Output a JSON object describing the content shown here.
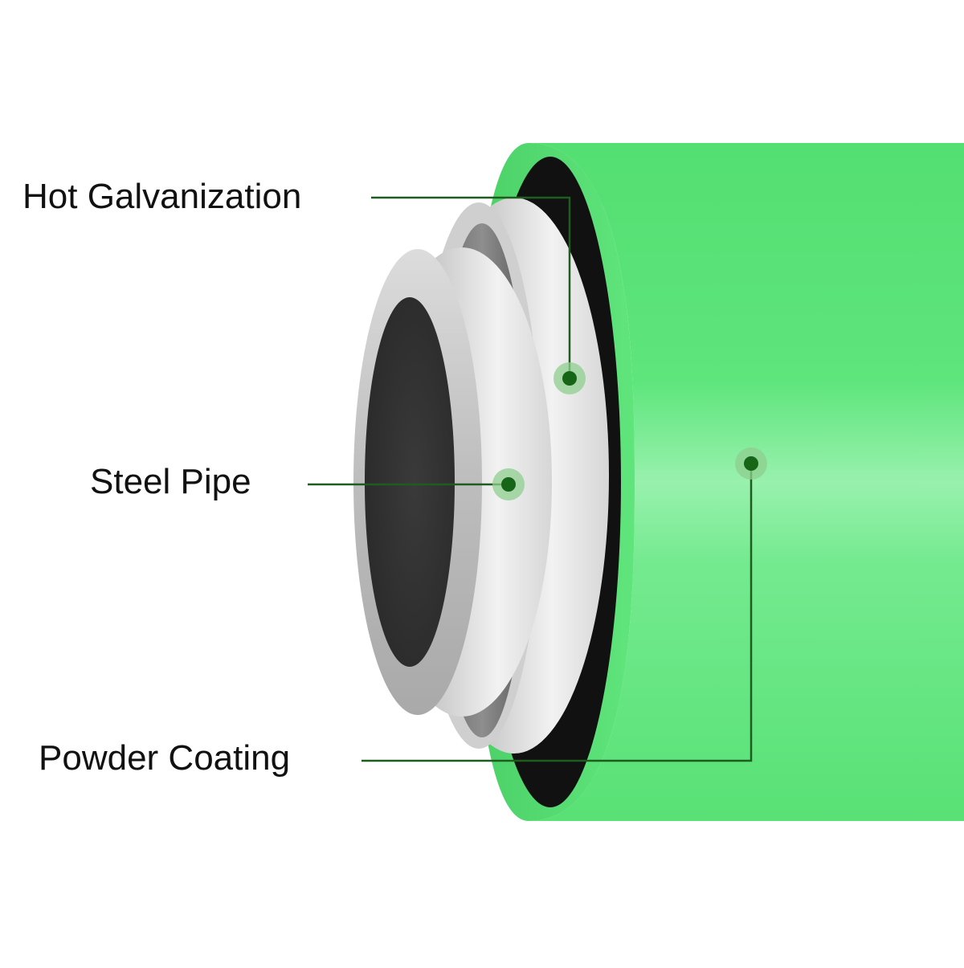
{
  "labels": {
    "hot_galvanization": "Hot Galvanization",
    "steel_pipe": "Steel Pipe",
    "powder_coating": "Powder Coating"
  },
  "colors": {
    "coating_green": "#5be47a",
    "coating_highlight": "#97f2ad",
    "coating_dark": "#4fd56c",
    "leader_line": "#1f5d1f",
    "marker_dot": "#176617",
    "marker_halo": "#8fcd8f",
    "steel_light": "#eeeeee",
    "steel_mid": "#b8b8b8",
    "steel_dark": "#444444",
    "label_text": "#111111"
  }
}
